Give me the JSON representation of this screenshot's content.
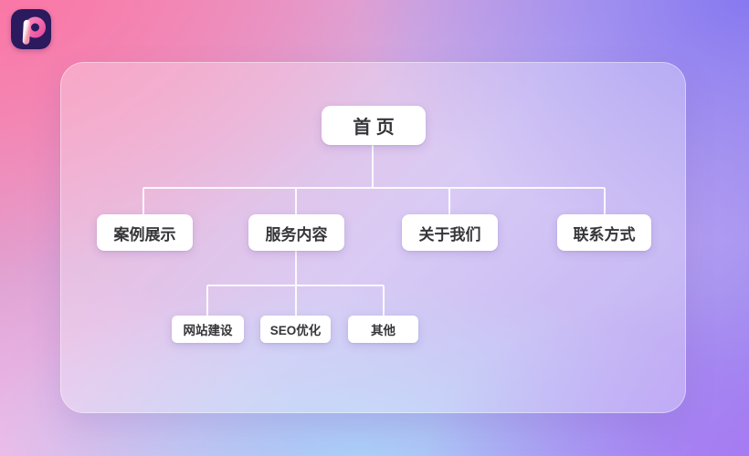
{
  "diagram": {
    "root": {
      "label": "首 页"
    },
    "level2": [
      {
        "label": "案例展示"
      },
      {
        "label": "服务内容"
      },
      {
        "label": "关于我们"
      },
      {
        "label": "联系方式"
      }
    ],
    "level3": [
      {
        "label": "网站建设"
      },
      {
        "label": "SEO优化"
      },
      {
        "label": "其他"
      }
    ]
  },
  "icons": {
    "logo": "p-logo"
  },
  "colors": {
    "bg_top_left": "#fa76a5",
    "bg_top_right": "#8476f0",
    "bg_bottom_left": "#f2bce8",
    "bg_bottom_center": "#aad2f8",
    "bg_bottom_right": "#a87af2",
    "card_overlay": "rgba(255,255,255,0.30)",
    "node_background": "#ffffff",
    "node_text": "#36363a",
    "connector": "#ffffff",
    "logo_background": "#2b1a5e",
    "logo_pink": "#ee5fa7"
  }
}
